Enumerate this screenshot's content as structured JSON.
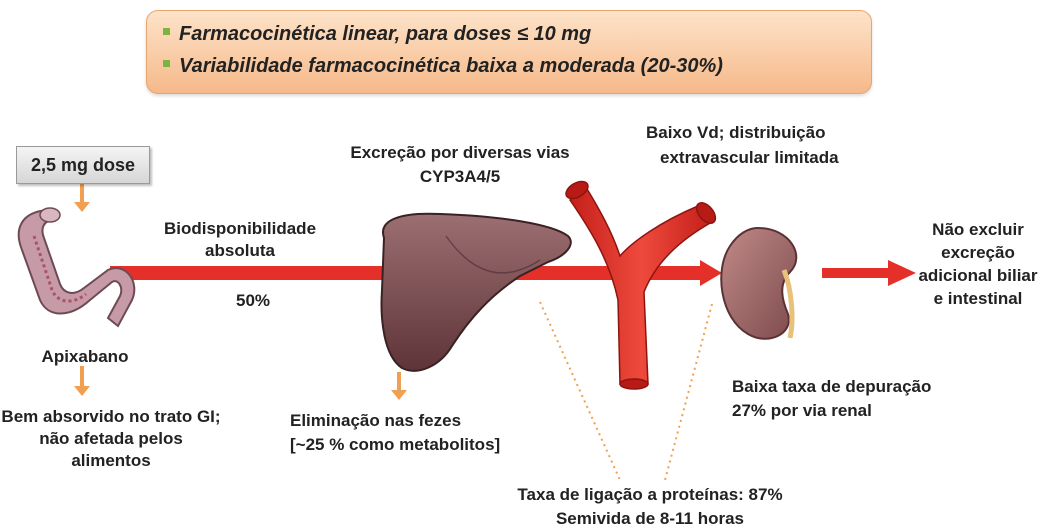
{
  "banner": {
    "line1": "Farmacocinética linear, para doses ≤ 10 mg",
    "line2": "Variabilidade farmacocinética baixa a moderada (20-30%)"
  },
  "dose": "2,5 mg dose",
  "drug": "Apixabano",
  "absorption": "Bem absorvido no trato GI; não afetada pelos alimentos",
  "bioavailability": {
    "label": "Biodisponibilidade absoluta",
    "value": "50%"
  },
  "excretion_routes": {
    "line1": "Excreção por diversas vias",
    "line2": "CYP3A4/5"
  },
  "feces": {
    "line1": "Eliminação nas fezes",
    "line2": "[~25 % como metabolitos]"
  },
  "distribution": {
    "line1": "Baixo Vd; distribuição",
    "line2": "extravascular limitada"
  },
  "protein_binding": {
    "line1": "Taxa de ligação a proteínas: 87%",
    "line2": "Semivida de 8-11 horas"
  },
  "renal": {
    "line1": "Baixa taxa de depuração",
    "line2": "27% por via renal"
  },
  "biliary": "Não excluir excreção adicional biliar e intestinal",
  "colors": {
    "arrow_red": "#e5302a",
    "arrow_orange": "#f0a050",
    "banner": "#f6b98a",
    "bullet": "#7cb342"
  },
  "icons": [
    "intestine-icon",
    "liver-icon",
    "blood-vessel-icon",
    "kidney-icon"
  ]
}
